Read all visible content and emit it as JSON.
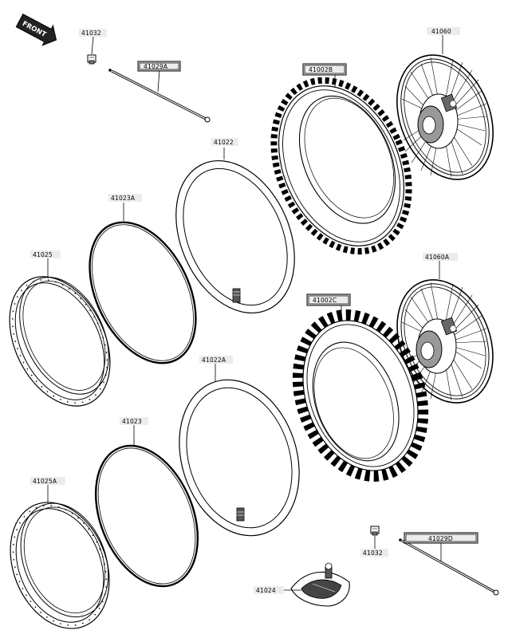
{
  "front_badge": {
    "text": "FRONT"
  },
  "parts": {
    "p41032_top": "41032",
    "p41029a": "41029A",
    "p41022": "41022",
    "p41023a": "41023A",
    "p41025": "41025",
    "p41002b": "41002B",
    "p41060": "41060",
    "p41060a": "41060A",
    "p41002c": "41002C",
    "p41022a": "41022A",
    "p41023": "41023",
    "p41025a": "41025A",
    "p41024": "41024",
    "p41032_bot": "41032",
    "p41029d": "41029D"
  }
}
